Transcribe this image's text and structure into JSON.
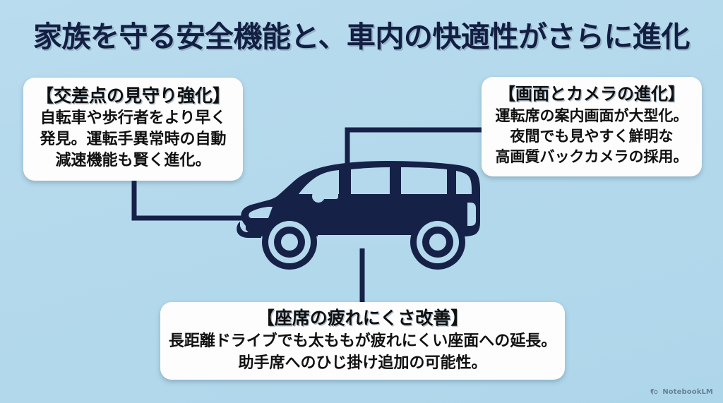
{
  "title": "家族を守る安全機能と、車内の快適性がさらに進化",
  "theme": {
    "background_top": "#b9dcee",
    "background_bottom": "#aed6ea",
    "ink": "#131f42",
    "car_fill": "#162148",
    "connector": "#162148",
    "card_bg": "#fdfdfd"
  },
  "callouts": {
    "left": {
      "heading": "【交差点の見守り強化】",
      "lines": [
        "自転車や歩行者をより早く",
        "発見。運転手異常時の自動",
        "減速機能も賢く進化。"
      ]
    },
    "right": {
      "heading": "【画面とカメラの進化】",
      "lines": [
        "運転席の案内画面が大型化。",
        "夜間でも見やすく鮮明な",
        "高画質バックカメラの採用。"
      ]
    },
    "bottom": {
      "heading": "【座席の疲れにくさ改善】",
      "lines": [
        "長距離ドライブでも太ももが疲れにくい座面への延長。",
        "助手席へのひじ掛け追加の可能性。"
      ]
    }
  },
  "illustration": {
    "subject": "minivan-side-silhouette",
    "facing": "left"
  },
  "watermark": {
    "label": "NotebookLM",
    "icon": "notebooklm-icon"
  }
}
